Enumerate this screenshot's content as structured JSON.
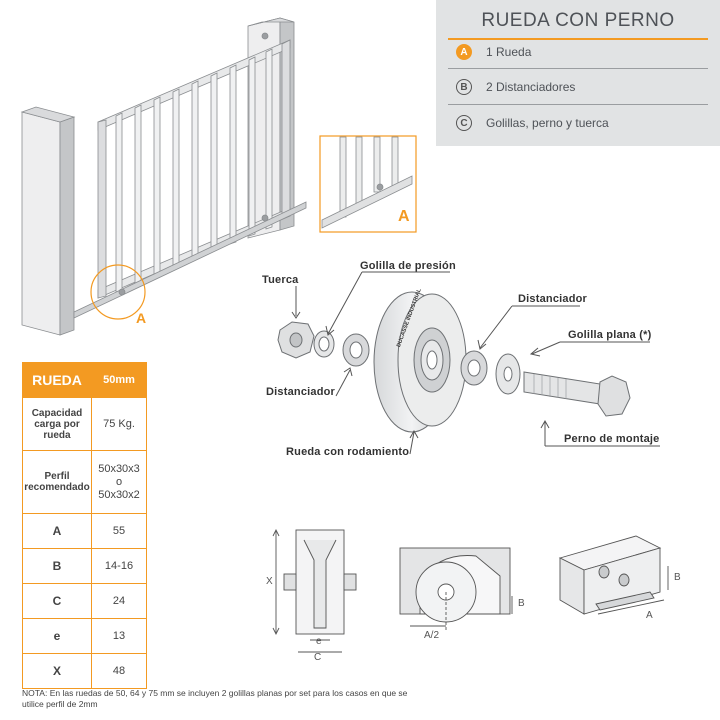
{
  "header": {
    "title": "RUEDA CON PERNO",
    "items": [
      {
        "letter": "A",
        "text": "1 Rueda"
      },
      {
        "letter": "B",
        "text": "2 Distanciadores"
      },
      {
        "letter": "C",
        "text": "Golillas, perno y tuerca"
      }
    ]
  },
  "gate_callouts": {
    "main": "A",
    "zoom": "A"
  },
  "parts": {
    "tuerca": "Tuerca",
    "golilla_presion": "Golilla de presión",
    "distanciador_right": "Distanciador",
    "golilla_plana": "Golilla plana (*)",
    "distanciador_left": "Distanciador",
    "perno": "Perno de montaje",
    "rueda": "Rueda con rodamiento",
    "brand": "DUCASSE INDUSTRIAL"
  },
  "table": {
    "header": {
      "label": "RUEDA",
      "value": "50mm"
    },
    "rows": [
      {
        "label": "Capacidad carga por rueda",
        "value": "75 Kg."
      },
      {
        "label": "Perfil recomendado",
        "value": "50x30x3 o 50x30x2"
      },
      {
        "label": "A",
        "value": "55"
      },
      {
        "label": "B",
        "value": "14-16"
      },
      {
        "label": "C",
        "value": "24"
      },
      {
        "label": "e",
        "value": "13"
      },
      {
        "label": "X",
        "value": "48"
      }
    ]
  },
  "dims": {
    "front_x": "X",
    "front_e": "e",
    "front_c": "C",
    "side_b": "B",
    "side_a2": "A/2",
    "profile_b": "B",
    "profile_a": "A"
  },
  "note": "NOTA: En las ruedas de 50, 64 y 75 mm se incluyen 2 golillas planas por set para los casos en que se utilice perfil de 2mm",
  "colors": {
    "accent": "#f39a22",
    "panel": "#e1e3e4",
    "line": "#555555"
  }
}
